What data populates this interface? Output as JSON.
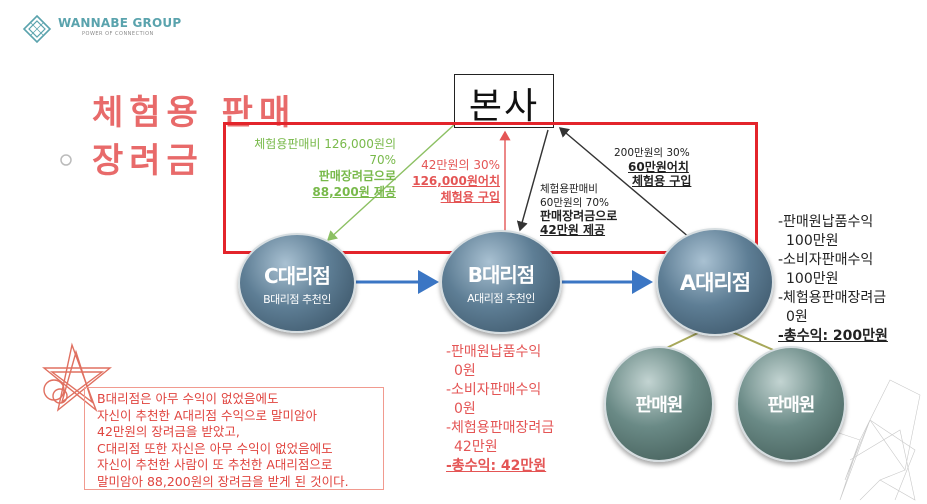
{
  "header": {
    "brand": "WANNABE GROUP",
    "tagline": "POWER OF CONNECTION"
  },
  "title": {
    "line1": "체험용 판매",
    "line2": "장려금"
  },
  "hq": {
    "label": "본사"
  },
  "notes": {
    "c_green": [
      "체험용판매비 126,000원의",
      "70%",
      "판매장려금으로",
      "88,200원 제공"
    ],
    "b_red": [
      "42만원의 30%",
      "126,000원어치",
      "체험용 구입"
    ],
    "a_to_b": [
      "체험용판매비",
      "60만원의 70%",
      "판매장려금으로",
      "42만원 제공"
    ],
    "a_top": [
      "200만원의 30%",
      "60만원어치",
      "체험용 구입"
    ]
  },
  "nodes": {
    "c": {
      "name": "C대리점",
      "sub": "B대리점 추천인"
    },
    "b": {
      "name": "B대리점",
      "sub": "A대리점 추천인"
    },
    "a": {
      "name": "A대리점"
    },
    "seller1": {
      "name": "판매원"
    },
    "seller2": {
      "name": "판매원"
    }
  },
  "a_stats": [
    "-판매원납품수익",
    "100만원",
    "-소비자판매수익",
    "100만원",
    "-체험용판매장려금",
    "0원",
    "-총수익: 200만원"
  ],
  "b_stats": [
    "-판매원납품수익",
    "0원",
    "-소비자판매수익",
    "0원",
    "-체험용판매장려금",
    "42만원",
    "-총수익: 42만원"
  ],
  "explanation": [
    "B대리점은 아무 수익이 없었음에도",
    "자신이 추천한 A대리점 수익으로 말미암아",
    "42만원의 장려금을 받았고,",
    "C대리점 또한 자신은 아무 수익이 없었음에도",
    "자신이 추천한 사람이 또 추천한 A대리점으로",
    "말미암아 88,200원의 장려금을 받게 된 것이다."
  ],
  "colors": {
    "title": "#e86a6a",
    "frame": "#e3242b",
    "green_text": "#78b94a",
    "red_text": "#e45555",
    "node_blue": "#5e7e95",
    "node_teal": "#6a8a86"
  }
}
